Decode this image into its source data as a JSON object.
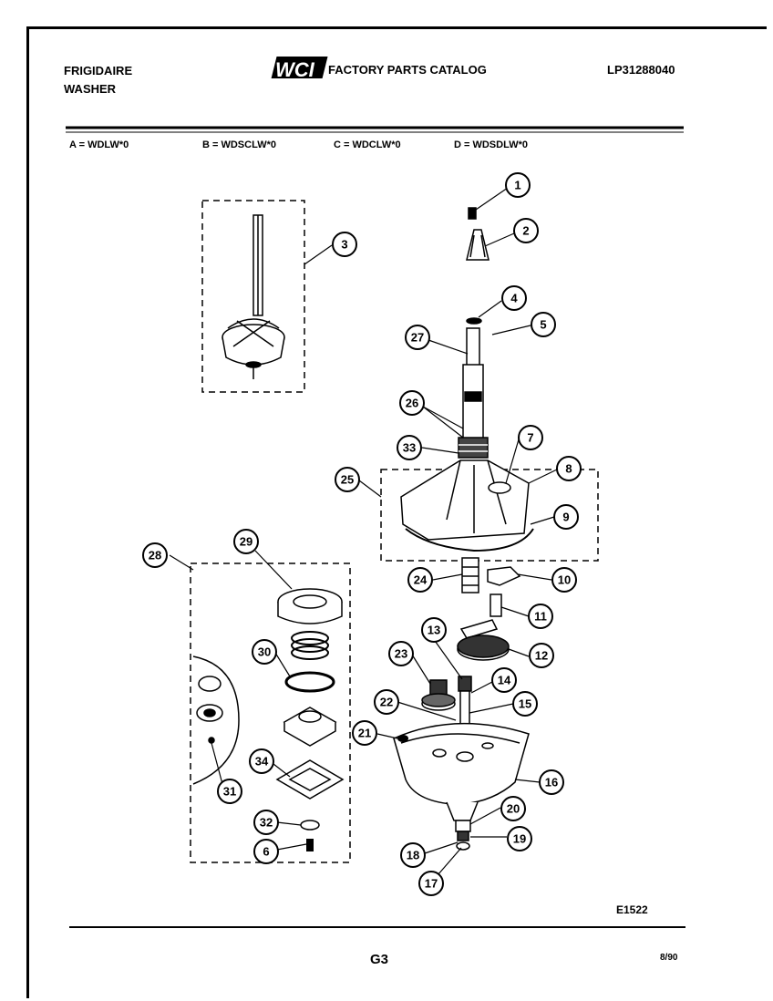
{
  "header": {
    "brand": "FRIGIDAIRE",
    "product": "WASHER",
    "logo_text": "WCI",
    "catalog_title": "FACTORY PARTS CATALOG",
    "catalog_number": "LP31288040"
  },
  "models": [
    "A = WDLW*0",
    "B = WDSCLW*0",
    "C = WDCLW*0",
    "D = WDSDLW*0"
  ],
  "callouts": [
    "1",
    "2",
    "3",
    "4",
    "5",
    "6",
    "7",
    "8",
    "9",
    "10",
    "11",
    "12",
    "13",
    "14",
    "15",
    "16",
    "17",
    "18",
    "19",
    "20",
    "21",
    "22",
    "23",
    "24",
    "25",
    "26",
    "27",
    "28",
    "29",
    "30",
    "31",
    "32",
    "33",
    "34"
  ],
  "footer": {
    "drawing_id": "E1522",
    "page_code": "G3",
    "date": "8/90"
  }
}
